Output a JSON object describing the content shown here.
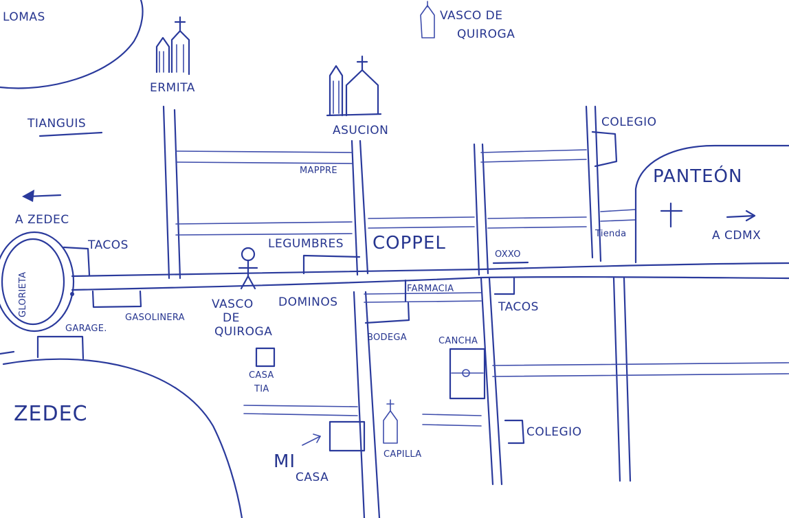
{
  "map": {
    "ink_color": "#2a3a9c",
    "labels": {
      "lomas": "LOMAS",
      "vasco_de": "VASCO DE",
      "quiroga": "QUIROGA",
      "ermita": "ERMITA",
      "asuncion": "ASUCION",
      "tianguis": "TIANGUIS",
      "colegio_top": "COLEGIO",
      "mappre": "MAPPRE",
      "panteon": "PANTEÓN",
      "a_cdmx": "A CDMX",
      "tienda": "Tienda",
      "a_zedec": "A ZEDEC",
      "tacos_left": "TACOS",
      "glorieta": "GLORIETA",
      "legumbres": "LEGUMBRES",
      "coppel": "COPPEL",
      "oxxo": "OXXO",
      "farmacia": "FARMACIA",
      "tacos_right": "TACOS",
      "garage": "GARAGE.",
      "gasolinera": "GASOLINERA",
      "vasco_street_1": "VASCO",
      "vasco_street_2": "DE",
      "vasco_street_3": "QUIROGA",
      "dominos": "DOMINOS",
      "bodega": "BODEGA",
      "cancha": "CANCHA",
      "casa_tia_1": "CASA",
      "casa_tia_2": "TIA",
      "zedec": "ZEDEC",
      "mi": "MI",
      "casa": "CASA",
      "capilla": "CAPILLA",
      "colegio_bottom": "COLEGIO"
    }
  }
}
